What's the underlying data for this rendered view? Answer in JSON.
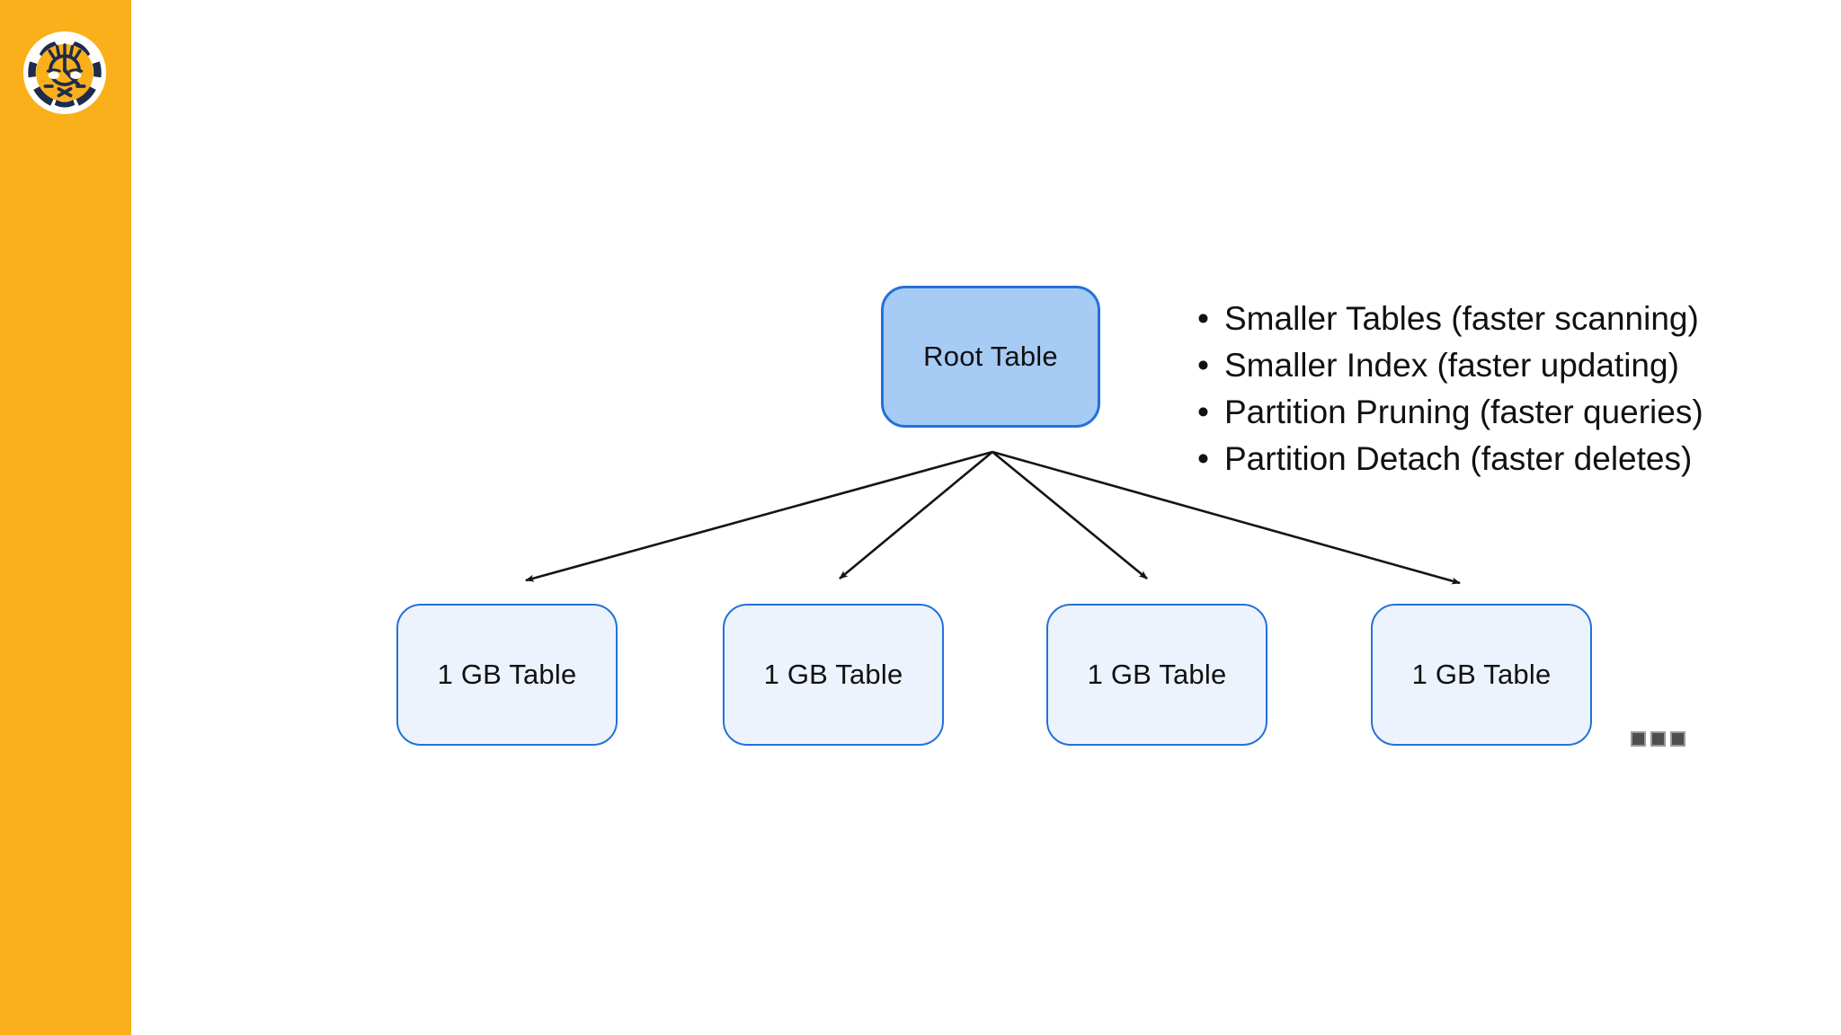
{
  "colors": {
    "sidebar-bg": "#F9B01B",
    "navy": "#1E2B4D",
    "accent": "#2272D9",
    "root-fill": "#A6CBF5",
    "child-fill": "#EDF3FC",
    "arrow": "#141414",
    "ink": "#111111",
    "dot": "#4E4E4E",
    "dot-edge": "#9B9B9B"
  },
  "sidebar": {
    "logo": "tigerdata-tiger-clock-logo"
  },
  "diagram": {
    "root": {
      "label": "Root Table"
    },
    "children": [
      {
        "label": "1 GB Table"
      },
      {
        "label": "1 GB Table"
      },
      {
        "label": "1 GB Table"
      },
      {
        "label": "1 GB Table"
      }
    ],
    "more_indicator": "ellipsis-three-squares"
  },
  "benefits": {
    "bullet": "•",
    "items": [
      "Smaller Tables (faster scanning)",
      "Smaller Index (faster updating)",
      "Partition Pruning (faster queries)",
      "Partition Detach (faster deletes)"
    ]
  }
}
